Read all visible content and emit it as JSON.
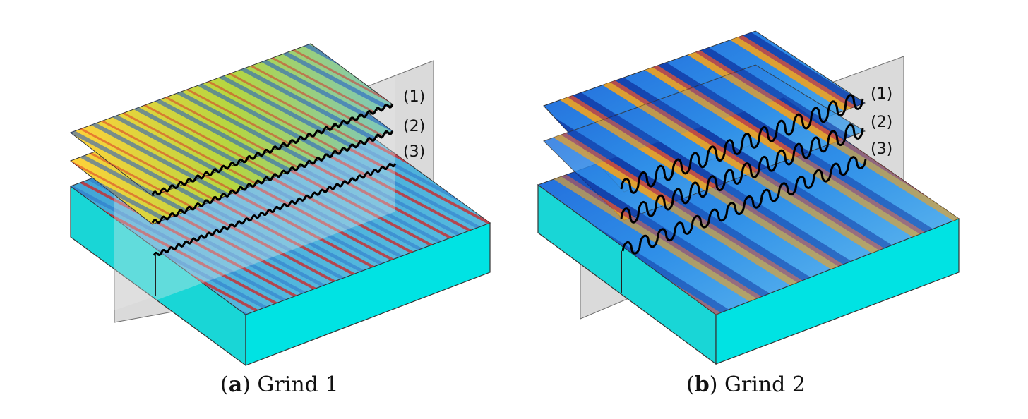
{
  "panels": [
    {
      "id": "a",
      "letter": "a",
      "title": "Grind 1",
      "profile_labels": [
        "(1)",
        "(2)",
        "(3)"
      ]
    },
    {
      "id": "b",
      "letter": "b",
      "title": "Grind 2",
      "profile_labels": [
        "(1)",
        "(2)",
        "(3)"
      ]
    }
  ],
  "colors": {
    "block": "#00e5e5",
    "block_side": "#19d2d2",
    "plane": "#d4d4d4",
    "profile": "#000000",
    "surface_a_base": "#4aa0d8",
    "surface_a_layer": "#b7d23c",
    "surface_b_base": "#2f7fe0",
    "surface_b_peak": "#f39a1e"
  }
}
